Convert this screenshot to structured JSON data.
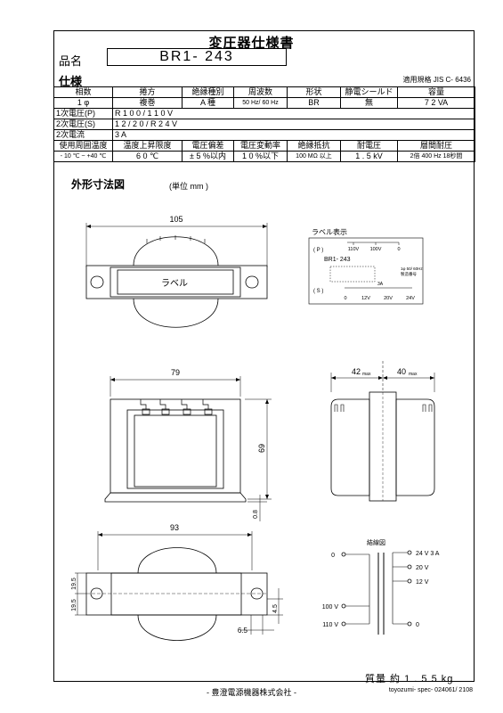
{
  "title": "変圧器仕様書",
  "hinmei_label": "品名",
  "product_name": "BR1- 243",
  "shiyo_label": "仕様",
  "standard": "適用規格  JIS C- 6436",
  "spec_headers": [
    "相数",
    "捲方",
    "絶縁種別",
    "周波数",
    "形状",
    "静電シールド",
    "容量"
  ],
  "spec_values": [
    "1 φ",
    "複巻",
    "A 種",
    "50 Hz/ 60 Hz",
    "BR",
    "無",
    "7 2 VA"
  ],
  "primary_label": "1次電圧(P)",
  "primary_value": "R 1 0 0 / 1 1 0 V",
  "secondary_label": "2次電圧(S)",
  "secondary_value": "1 2 / 2 0 / R 2 4 V",
  "current_label": "2次電流",
  "current_value": "3 A",
  "cond_headers": [
    "使用周囲温度",
    "温度上昇限度",
    "電圧偏差",
    "電圧変動率",
    "絶縁抵抗",
    "耐電圧",
    "層間耐圧"
  ],
  "cond_values": [
    "- 10 ℃ ~ +40 ℃",
    "6 0 ℃",
    "± 5 %以内",
    "1 0 %以下",
    "100 MΩ 以上",
    "1 . 5 kV",
    "2倍 400 Hz 18秒間"
  ],
  "outline_title": "外形寸法図",
  "unit": "(単位  mm )",
  "dims": {
    "top_width": "105",
    "label_text": "ラベル",
    "front_width": "79",
    "front_height": "69",
    "base_thick": "0.8",
    "side_left": "42",
    "side_right": "40",
    "max": "max",
    "bottom_width": "93",
    "hole_a": "19.5",
    "hole_b": "19.5",
    "hole_c": "4.5",
    "hole_d": "6.5"
  },
  "label_display": {
    "title": "ラベル表示",
    "p": "( P )",
    "p_taps": [
      "110V",
      "100V",
      "0"
    ],
    "model": "BR1- 243",
    "freq": "1φ  50/ 60Hz",
    "maker": "製造番号",
    "s": "( S )",
    "s_current": "3A",
    "s_taps": [
      "0",
      "12V",
      "20V",
      "24V"
    ]
  },
  "wiring": {
    "title": "結線図",
    "out": [
      "24 V  3 A",
      "20 V",
      "12 V",
      "0"
    ],
    "sec_zero": "0",
    "in": [
      "100 V",
      "110 V"
    ]
  },
  "weight": "質量  約 1 . 5 5 kg",
  "footer": "- 豊澄電源機器株式会社 -",
  "code": "toyozumi- spec- 024061/ 2108"
}
